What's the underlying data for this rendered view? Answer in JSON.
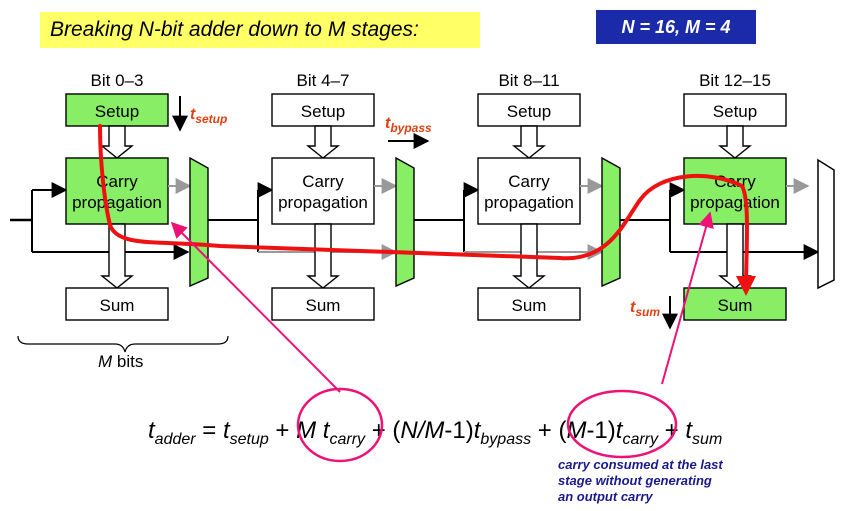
{
  "title": "Breaking N-bit adder down to M stages:",
  "params": "N = 16, M = 4",
  "stages": [
    {
      "bits_label": "Bit 0–3",
      "setup": "Setup",
      "carry_l1": "Carry",
      "carry_l2": "propagation",
      "sum": "Sum",
      "highlight": true
    },
    {
      "bits_label": "Bit 4–7",
      "setup": "Setup",
      "carry_l1": "Carry",
      "carry_l2": "propagation",
      "sum": "Sum",
      "highlight": false
    },
    {
      "bits_label": "Bit 8–11",
      "setup": "Setup",
      "carry_l1": "Carry",
      "carry_l2": "propagation",
      "sum": "Sum",
      "highlight": false
    },
    {
      "bits_label": "Bit 12–15",
      "setup": "Setup",
      "carry_l1": "Carry",
      "carry_l2": "propagation",
      "sum": "Sum",
      "highlight": true
    }
  ],
  "timing": {
    "t_setup": {
      "main": "t",
      "sub": "setup"
    },
    "t_bypass": {
      "main": "t",
      "sub": "bypass"
    },
    "t_sum": {
      "main": "t",
      "sub": "sum"
    }
  },
  "m_bits": {
    "var": "M",
    "text": " bits"
  },
  "equation": {
    "t": "t",
    "adder": "adder",
    "eq": " = ",
    "setup": "setup",
    "plus1": " + ",
    "M": "M",
    "carry": "carry",
    "plus2": " + (",
    "NM": "N/M",
    "minus1": "-1)",
    "bypass": "bypass",
    "plus3": " + (",
    "M2": "M",
    "minus2": "-1)",
    "carry2": "carry",
    "plus4": " + ",
    "sum": "sum"
  },
  "note": [
    "carry consumed at the last",
    "stage without generating",
    "an output carry"
  ],
  "colors": {
    "highlight_green": "#88ee66",
    "mux_green": "#88ee66",
    "title_yellow": "#ffff66",
    "param_blue": "#1a2aa8",
    "critical_path_red": "#ee1111",
    "pointer_magenta": "#ee1177",
    "timing_label_orange": "#e04010",
    "bypass_gray": "#999999",
    "note_blue": "#1a1a8c"
  }
}
